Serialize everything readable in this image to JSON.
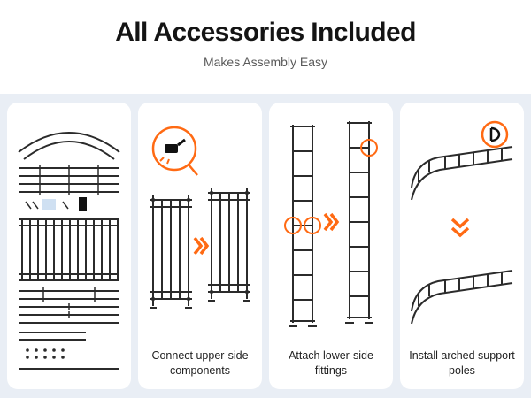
{
  "header": {
    "title": "All Accessories Included",
    "subtitle": "Makes Assembly Easy"
  },
  "colors": {
    "accent_orange": "#ff6a13",
    "section_background": "#e9eef5",
    "card_background": "#ffffff",
    "title_text": "#141414",
    "subtitle_text": "#5a5a5a",
    "line_art": "#2b2b2b",
    "hardware_paper_blue": "#cfe0f2"
  },
  "cards": [
    {
      "id": "parts-overview",
      "caption": ""
    },
    {
      "id": "connect-upper",
      "caption": "Connect upper-side components"
    },
    {
      "id": "attach-lower",
      "caption": "Attach lower-side fittings"
    },
    {
      "id": "install-arched",
      "caption": "Install arched support poles"
    }
  ],
  "icons": {
    "magnifier_callout": "orange circle callout with black connector tool",
    "arrow_right": "triple orange chevrons pointing right",
    "arrow_down": "double orange chevrons pointing down",
    "d_clamp": "D-shaped black clamp fitting in orange circle"
  }
}
